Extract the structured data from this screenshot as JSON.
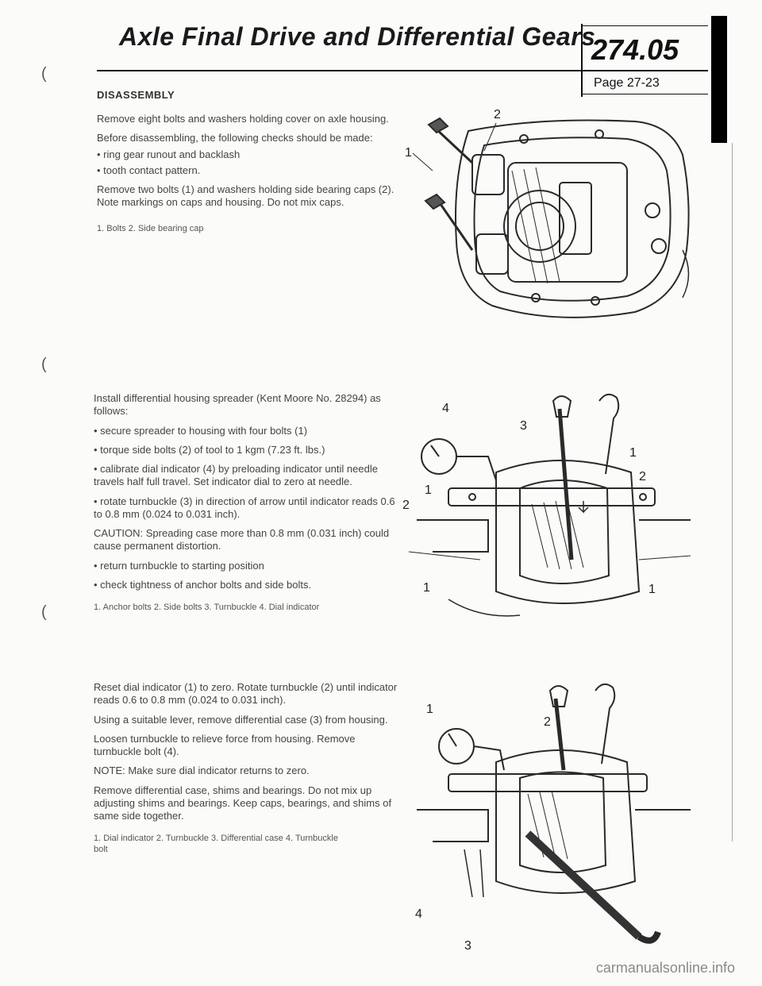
{
  "header": {
    "title": "Axle Final Drive and Differential Gears",
    "section_number": "274.05",
    "page": "Page 27-23"
  },
  "section1": {
    "heading": "DISASSEMBLY",
    "p1": "Remove eight bolts and washers holding cover on axle housing.",
    "p2": "Before disassembling, the following checks should be made:",
    "b1": "ring gear runout and backlash",
    "b2": "tooth contact pattern.",
    "p3": "Remove two bolts (1) and washers holding side bearing caps (2). Note markings on caps and housing. Do not mix caps.",
    "caption": "1. Bolts   2. Side bearing cap",
    "fig_labels": [
      "2",
      "1"
    ]
  },
  "section2": {
    "p1": "Install differential housing spreader (Kent Moore No. 28294) as follows:",
    "b1": "secure spreader to housing with four bolts (1)",
    "b2": "torque side bolts (2) of tool to 1 kgm (7.23 ft. lbs.)",
    "b3": "calibrate dial indicator (4) by preloading indicator until needle travels half full travel. Set indicator dial to zero at needle.",
    "b4": "rotate turnbuckle (3) in direction of arrow until indicator reads 0.6 to 0.8 mm (0.024 to 0.031 inch).",
    "caution_label": "CAUTION:",
    "caution": "Spreading case more than 0.8 mm (0.031 inch) could cause permanent distortion.",
    "b5": "return turnbuckle to starting position",
    "b6": "check tightness of anchor bolts and side bolts.",
    "caption": "1. Anchor bolts   2. Side bolts   3. Turnbuckle   4. Dial indicator",
    "fig_labels": [
      "4",
      "3",
      "1",
      "2",
      "1",
      "2",
      "1",
      "1"
    ]
  },
  "section3": {
    "p1": "Reset dial indicator (1) to zero. Rotate turnbuckle (2) until indicator reads 0.6 to 0.8 mm (0.024 to 0.031 inch).",
    "p2": "Using a suitable lever, remove differential case (3) from housing.",
    "p3": "Loosen turnbuckle to relieve force from housing. Remove turnbuckle bolt (4).",
    "p4": "NOTE: Make sure dial indicator returns to zero.",
    "p5": "Remove differential case, shims and bearings. Do not mix up adjusting shims and bearings. Keep caps, bearings, and shims of same side together.",
    "caption": "1. Dial indicator   2. Turnbuckle   3. Differential case   4. Turnbuckle bolt",
    "fig_labels": [
      "1",
      "2",
      "4",
      "3"
    ]
  },
  "footer": {
    "watermark": "carmanualsonline.info"
  }
}
